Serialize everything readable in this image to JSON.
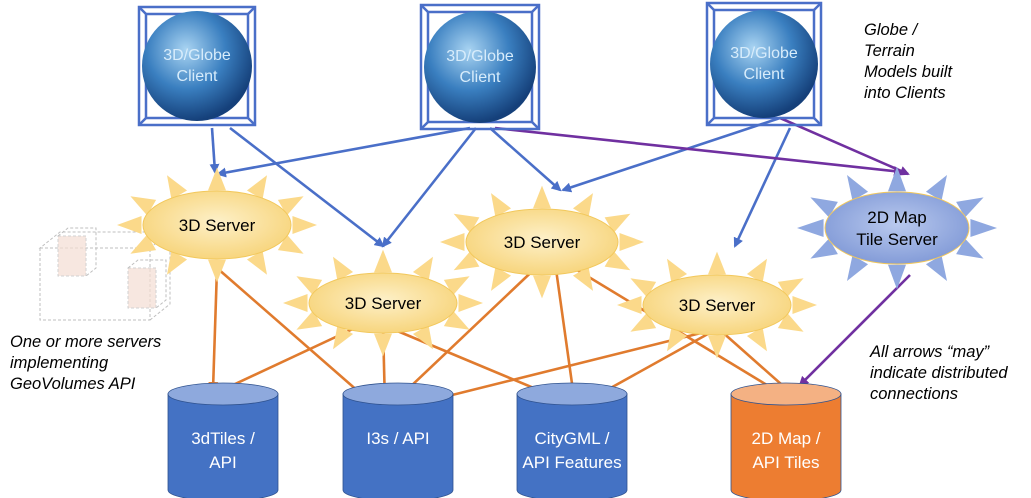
{
  "clients": [
    {
      "line1": "3D/Globe",
      "line2": "Client"
    },
    {
      "line1": "3D/Globe",
      "line2": "Client"
    },
    {
      "line1": "3D/Globe",
      "line2": "Client"
    }
  ],
  "servers_3d": [
    {
      "label": "3D Server"
    },
    {
      "label": "3D Server"
    },
    {
      "label": "3D Server"
    },
    {
      "label": "3D Server"
    }
  ],
  "map_server": {
    "line1": "2D Map",
    "line2": "Tile Server"
  },
  "databases": [
    {
      "line1": "3dTiles /",
      "line2": "API"
    },
    {
      "line1": "I3s / API",
      "line2": ""
    },
    {
      "line1": "CityGML /",
      "line2": "API Features"
    },
    {
      "line1": "2D Map /",
      "line2": "API Tiles"
    }
  ],
  "notes": {
    "globe_terrain": "Globe /\nTerrain\nModels built\ninto Clients",
    "geovolumes": "One or more servers\nimplementing\nGeoVolumes API",
    "arrows": "All arrows “may”\nindicate distributed\nconnections"
  },
  "colors": {
    "client_arrow": "#4a6fc8",
    "purple_arrow": "#7030a0",
    "orange_arrow": "#e07b2e",
    "server_fill": "#fbe3a0",
    "server_ray": "#fbd98a",
    "map_fill": "#8fa8e0",
    "db_blue": "#4472c4",
    "db_orange": "#ed7d31"
  }
}
